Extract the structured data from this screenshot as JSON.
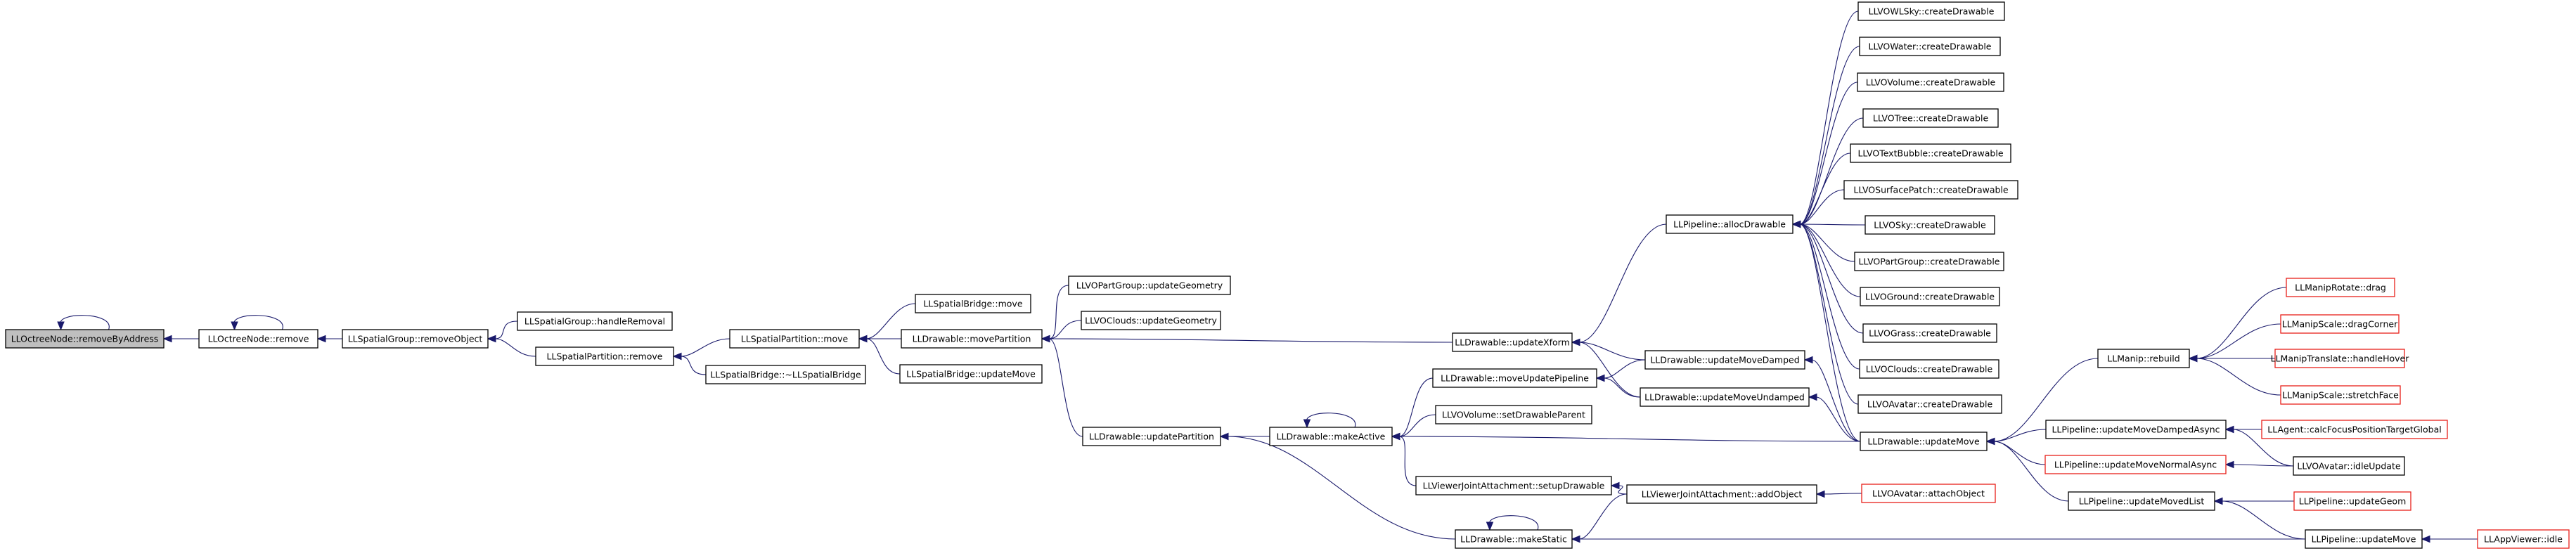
{
  "colors": {
    "edge": "#19196b",
    "node_border": "#000000",
    "node_border_red": "#e8201a",
    "root_fill": "#bfbfbf",
    "node_fill": "#ffffff"
  },
  "nodes": [
    {
      "id": "n_root",
      "label": "LLOctreeNode::removeByAddress",
      "style": "root"
    },
    {
      "id": "n_remove",
      "label": "LLOctreeNode::remove",
      "style": "normal"
    },
    {
      "id": "n_sg_removeObject",
      "label": "LLSpatialGroup::removeObject",
      "style": "normal"
    },
    {
      "id": "n_sg_handleRemoval",
      "label": "LLSpatialGroup::handleRemoval",
      "style": "normal"
    },
    {
      "id": "n_sp_remove",
      "label": "LLSpatialPartition::remove",
      "style": "normal"
    },
    {
      "id": "n_sp_move",
      "label": "LLSpatialPartition::move",
      "style": "normal"
    },
    {
      "id": "n_sb_dtor",
      "label": "LLSpatialBridge::~LLSpatialBridge",
      "style": "normal"
    },
    {
      "id": "n_sb_move",
      "label": "LLSpatialBridge::move",
      "style": "normal"
    },
    {
      "id": "n_d_movePartition",
      "label": "LLDrawable::movePartition",
      "style": "normal"
    },
    {
      "id": "n_sb_updateMove",
      "label": "LLSpatialBridge::updateMove",
      "style": "normal"
    },
    {
      "id": "n_vopg_updateGeometry",
      "label": "LLVOPartGroup::updateGeometry",
      "style": "normal"
    },
    {
      "id": "n_voc_updateGeometry",
      "label": "LLVOClouds::updateGeometry",
      "style": "normal"
    },
    {
      "id": "n_d_updatePartition",
      "label": "LLDrawable::updatePartition",
      "style": "normal"
    },
    {
      "id": "n_d_makeActive",
      "label": "LLDrawable::makeActive",
      "style": "normal"
    },
    {
      "id": "n_d_moveUpdatePipeline",
      "label": "LLDrawable::moveUpdatePipeline",
      "style": "normal"
    },
    {
      "id": "n_vov_setDrawableParent",
      "label": "LLVOVolume::setDrawableParent",
      "style": "normal"
    },
    {
      "id": "n_vja_setupDrawable",
      "label": "LLViewerJointAttachment::setupDrawable",
      "style": "normal"
    },
    {
      "id": "n_d_makeStatic",
      "label": "LLDrawable::makeStatic",
      "style": "normal"
    },
    {
      "id": "n_d_updateXform",
      "label": "LLDrawable::updateXform",
      "style": "normal"
    },
    {
      "id": "n_d_updateMoveDamped",
      "label": "LLDrawable::updateMoveDamped",
      "style": "normal"
    },
    {
      "id": "n_d_updateMoveUndamped",
      "label": "LLDrawable::updateMoveUndamped",
      "style": "normal"
    },
    {
      "id": "n_d_updateMove",
      "label": "LLDrawable::updateMove",
      "style": "normal"
    },
    {
      "id": "n_vja_addObject",
      "label": "LLViewerJointAttachment::addObject",
      "style": "normal"
    },
    {
      "id": "n_voa_attachObject",
      "label": "LLVOAvatar::attachObject",
      "style": "red"
    },
    {
      "id": "n_p_allocDrawable",
      "label": "LLPipeline::allocDrawable",
      "style": "normal"
    },
    {
      "id": "n_vowlsky_create",
      "label": "LLVOWLSky::createDrawable",
      "style": "normal"
    },
    {
      "id": "n_vowater_create",
      "label": "LLVOWater::createDrawable",
      "style": "normal"
    },
    {
      "id": "n_vovolume_create",
      "label": "LLVOVolume::createDrawable",
      "style": "normal"
    },
    {
      "id": "n_votree_create",
      "label": "LLVOTree::createDrawable",
      "style": "normal"
    },
    {
      "id": "n_votextbubble_create",
      "label": "LLVOTextBubble::createDrawable",
      "style": "normal"
    },
    {
      "id": "n_vosurfacepatch_create",
      "label": "LLVOSurfacePatch::createDrawable",
      "style": "normal"
    },
    {
      "id": "n_vosky_create",
      "label": "LLVOSky::createDrawable",
      "style": "normal"
    },
    {
      "id": "n_vopartgroup_create",
      "label": "LLVOPartGroup::createDrawable",
      "style": "normal"
    },
    {
      "id": "n_voground_create",
      "label": "LLVOGround::createDrawable",
      "style": "normal"
    },
    {
      "id": "n_vograss_create",
      "label": "LLVOGrass::createDrawable",
      "style": "normal"
    },
    {
      "id": "n_voclouds_create",
      "label": "LLVOClouds::createDrawable",
      "style": "normal"
    },
    {
      "id": "n_voavatar_create",
      "label": "LLVOAvatar::createDrawable",
      "style": "normal"
    },
    {
      "id": "n_m_rebuild",
      "label": "LLManip::rebuild",
      "style": "normal"
    },
    {
      "id": "n_p_updateMoveDampedAsync",
      "label": "LLPipeline::updateMoveDampedAsync",
      "style": "normal"
    },
    {
      "id": "n_p_updateMoveNormalAsync",
      "label": "LLPipeline::updateMoveNormalAsync",
      "style": "red"
    },
    {
      "id": "n_p_updateMovedList",
      "label": "LLPipeline::updateMovedList",
      "style": "normal"
    },
    {
      "id": "n_p_updateMove",
      "label": "LLPipeline::updateMove",
      "style": "normal"
    },
    {
      "id": "n_mr_drag",
      "label": "LLManipRotate::drag",
      "style": "red"
    },
    {
      "id": "n_ms_dragCorner",
      "label": "LLManipScale::dragCorner",
      "style": "red"
    },
    {
      "id": "n_mt_handleHover",
      "label": "LLManipTranslate::handleHover",
      "style": "red"
    },
    {
      "id": "n_ms_stretchFace",
      "label": "LLManipScale::stretchFace",
      "style": "red"
    },
    {
      "id": "n_ag_calcFocus",
      "label": "LLAgent::calcFocusPositionTargetGlobal",
      "style": "red"
    },
    {
      "id": "n_voa_idleUpdate",
      "label": "LLVOAvatar::idleUpdate",
      "style": "normal"
    },
    {
      "id": "n_p_updateGeom",
      "label": "LLPipeline::updateGeom",
      "style": "red"
    },
    {
      "id": "n_av_idle",
      "label": "LLAppViewer::idle",
      "style": "red"
    }
  ],
  "edges": [
    {
      "from": "n_root",
      "to": "n_root"
    },
    {
      "from": "n_remove",
      "to": "n_root"
    },
    {
      "from": "n_remove",
      "to": "n_remove"
    },
    {
      "from": "n_sg_removeObject",
      "to": "n_remove"
    },
    {
      "from": "n_sg_handleRemoval",
      "to": "n_sg_removeObject"
    },
    {
      "from": "n_sp_remove",
      "to": "n_sg_removeObject"
    },
    {
      "from": "n_sp_move",
      "to": "n_sp_remove"
    },
    {
      "from": "n_sb_dtor",
      "to": "n_sp_remove"
    },
    {
      "from": "n_sb_move",
      "to": "n_sp_move"
    },
    {
      "from": "n_d_movePartition",
      "to": "n_sp_move"
    },
    {
      "from": "n_sb_updateMove",
      "to": "n_sp_move"
    },
    {
      "from": "n_vopg_updateGeometry",
      "to": "n_d_movePartition"
    },
    {
      "from": "n_voc_updateGeometry",
      "to": "n_d_movePartition"
    },
    {
      "from": "n_d_updatePartition",
      "to": "n_d_movePartition"
    },
    {
      "from": "n_d_updateXform",
      "to": "n_d_movePartition"
    },
    {
      "from": "n_d_makeActive",
      "to": "n_d_updatePartition"
    },
    {
      "from": "n_d_makeStatic",
      "to": "n_d_updatePartition"
    },
    {
      "from": "n_d_makeActive",
      "to": "n_d_makeActive"
    },
    {
      "from": "n_d_moveUpdatePipeline",
      "to": "n_d_makeActive"
    },
    {
      "from": "n_vov_setDrawableParent",
      "to": "n_d_makeActive"
    },
    {
      "from": "n_vja_setupDrawable",
      "to": "n_d_makeActive"
    },
    {
      "from": "n_d_updateMove",
      "to": "n_d_makeActive"
    },
    {
      "from": "n_d_makeStatic",
      "to": "n_d_makeStatic"
    },
    {
      "from": "n_vja_addObject",
      "to": "n_d_makeStatic"
    },
    {
      "from": "n_p_updateMove",
      "to": "n_d_makeStatic"
    },
    {
      "from": "n_d_updateMoveDamped",
      "to": "n_d_moveUpdatePipeline"
    },
    {
      "from": "n_d_updateMoveUndamped",
      "to": "n_d_moveUpdatePipeline"
    },
    {
      "from": "n_d_updateMoveDamped",
      "to": "n_d_updateXform"
    },
    {
      "from": "n_d_updateMoveUndamped",
      "to": "n_d_updateXform"
    },
    {
      "from": "n_p_allocDrawable",
      "to": "n_d_updateXform"
    },
    {
      "from": "n_vja_addObject",
      "to": "n_vja_setupDrawable"
    },
    {
      "from": "n_voa_attachObject",
      "to": "n_vja_addObject"
    },
    {
      "from": "n_d_updateMove",
      "to": "n_d_updateMoveDamped"
    },
    {
      "from": "n_d_updateMove",
      "to": "n_d_updateMoveUndamped"
    },
    {
      "from": "n_vowlsky_create",
      "to": "n_p_allocDrawable"
    },
    {
      "from": "n_vowater_create",
      "to": "n_p_allocDrawable"
    },
    {
      "from": "n_vovolume_create",
      "to": "n_p_allocDrawable"
    },
    {
      "from": "n_votree_create",
      "to": "n_p_allocDrawable"
    },
    {
      "from": "n_votextbubble_create",
      "to": "n_p_allocDrawable"
    },
    {
      "from": "n_vosurfacepatch_create",
      "to": "n_p_allocDrawable"
    },
    {
      "from": "n_vosky_create",
      "to": "n_p_allocDrawable"
    },
    {
      "from": "n_vopartgroup_create",
      "to": "n_p_allocDrawable"
    },
    {
      "from": "n_voground_create",
      "to": "n_p_allocDrawable"
    },
    {
      "from": "n_vograss_create",
      "to": "n_p_allocDrawable"
    },
    {
      "from": "n_voclouds_create",
      "to": "n_p_allocDrawable"
    },
    {
      "from": "n_voavatar_create",
      "to": "n_p_allocDrawable"
    },
    {
      "from": "n_d_updateMove",
      "to": "n_p_allocDrawable"
    },
    {
      "from": "n_m_rebuild",
      "to": "n_d_updateMove"
    },
    {
      "from": "n_p_updateMoveDampedAsync",
      "to": "n_d_updateMove"
    },
    {
      "from": "n_p_updateMoveNormalAsync",
      "to": "n_d_updateMove"
    },
    {
      "from": "n_p_updateMovedList",
      "to": "n_d_updateMove"
    },
    {
      "from": "n_mr_drag",
      "to": "n_m_rebuild"
    },
    {
      "from": "n_ms_dragCorner",
      "to": "n_m_rebuild"
    },
    {
      "from": "n_mt_handleHover",
      "to": "n_m_rebuild"
    },
    {
      "from": "n_ms_stretchFace",
      "to": "n_m_rebuild"
    },
    {
      "from": "n_ag_calcFocus",
      "to": "n_p_updateMoveDampedAsync"
    },
    {
      "from": "n_voa_idleUpdate",
      "to": "n_p_updateMoveDampedAsync"
    },
    {
      "from": "n_voa_idleUpdate",
      "to": "n_p_updateMoveNormalAsync"
    },
    {
      "from": "n_p_updateGeom",
      "to": "n_p_updateMovedList"
    },
    {
      "from": "n_p_updateMove",
      "to": "n_p_updateMovedList"
    },
    {
      "from": "n_av_idle",
      "to": "n_p_updateMove"
    }
  ]
}
